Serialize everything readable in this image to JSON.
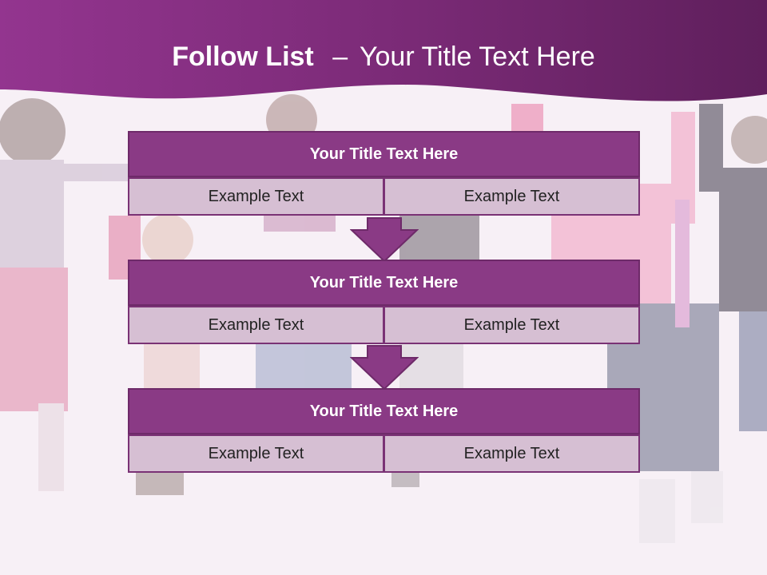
{
  "title": {
    "bold": "Follow List",
    "dash": "–",
    "rest": "Your Title Text Here"
  },
  "stages": [
    {
      "title": "Your Title Text Here",
      "left": "Example Text",
      "right": "Example Text"
    },
    {
      "title": "Your Title Text Here",
      "left": "Example Text",
      "right": "Example Text"
    },
    {
      "title": "Your Title Text Here",
      "left": "Example Text",
      "right": "Example Text"
    }
  ],
  "colors": {
    "header": "#7a2a75",
    "title_box": "#8a3a85",
    "cell": "#d6bfd3",
    "arrow": "#8a3a85",
    "background": "#f7f0f6"
  },
  "icons": [
    "down-arrow-icon"
  ]
}
